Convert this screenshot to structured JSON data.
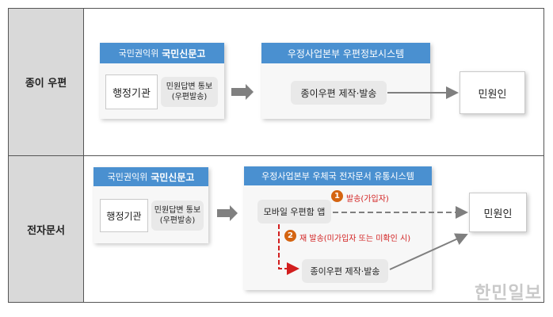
{
  "rows": [
    {
      "label": "종이 우편",
      "left_header": {
        "prefix": "국민권익위",
        "title": "국민신문고"
      },
      "agency": "행정기관",
      "reply": {
        "line1": "민원답변 통보",
        "line2": "(우편발송)"
      },
      "right_header": "우정사업본부 우편정보시스템",
      "process": "종이우편 제작·발송",
      "recipient": "민원인"
    },
    {
      "label": "전자문서",
      "left_header": {
        "prefix": "국민권익위",
        "title": "국민신문고"
      },
      "agency": "행정기관",
      "reply": {
        "line1": "민원답변 통보",
        "line2": "(우편발송)"
      },
      "right_header": "우정사업본부 우체국 전자문서 유통시스템",
      "app": "모바일 우편함 앱",
      "paper": "종이우편 제작·발송",
      "recipient": "민원인",
      "step1": {
        "num": "1",
        "text": "발송(가입자)"
      },
      "step2": {
        "num": "2",
        "text": "재 발송(미가입자 또는 미확인 시)"
      }
    }
  ],
  "watermark": "한민일보"
}
